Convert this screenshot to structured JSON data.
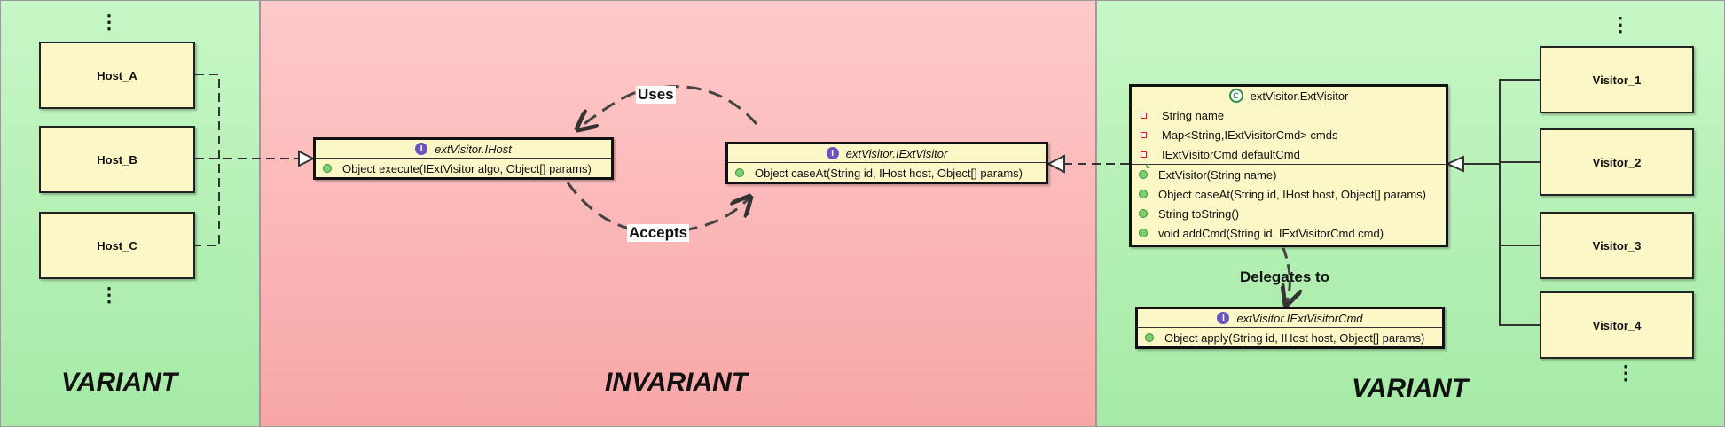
{
  "panels": {
    "left_title": "VARIANT",
    "middle_title": "INVARIANT",
    "right_title": "VARIANT"
  },
  "hosts": [
    "Host_A",
    "Host_B",
    "Host_C"
  ],
  "visitors": [
    "Visitor_1",
    "Visitor_2",
    "Visitor_3",
    "Visitor_4"
  ],
  "ellipsis": "⋮",
  "ihost": {
    "icon": "I",
    "name": "extVisitor.IHost",
    "method": "Object execute(IExtVisitor algo, Object[] params)"
  },
  "iextvisitor": {
    "icon": "I",
    "name": "extVisitor.IExtVisitor",
    "method": "Object caseAt(String id, IHost host, Object[] params)"
  },
  "extvisitor": {
    "icon": "C",
    "name": "extVisitor.ExtVisitor",
    "fields": [
      "String name",
      "Map<String,IExtVisitorCmd> cmds",
      "IExtVisitorCmd defaultCmd"
    ],
    "constructor": "ExtVisitor(String name)",
    "constructor_mark": "c",
    "methods": [
      "Object caseAt(String id, IHost host, Object[] params)",
      "String toString()",
      "void addCmd(String id, IExtVisitorCmd cmd)"
    ]
  },
  "iextvisitorcmd": {
    "icon": "I",
    "name": "extVisitor.IExtVisitorCmd",
    "method": "Object apply(String id, IHost host, Object[] params)"
  },
  "relations": {
    "uses": "Uses",
    "accepts": "Accepts",
    "delegates": "Delegates to"
  },
  "colors": {
    "variant_bg": "#b4efb4",
    "invariant_bg": "#fbb8b8",
    "box_fill": "#fbf7c6",
    "interface_icon": "#6a55c0",
    "class_icon": "#2f8f4f",
    "method_dot": "#7dcf6d",
    "field_marker": "#d02020"
  }
}
